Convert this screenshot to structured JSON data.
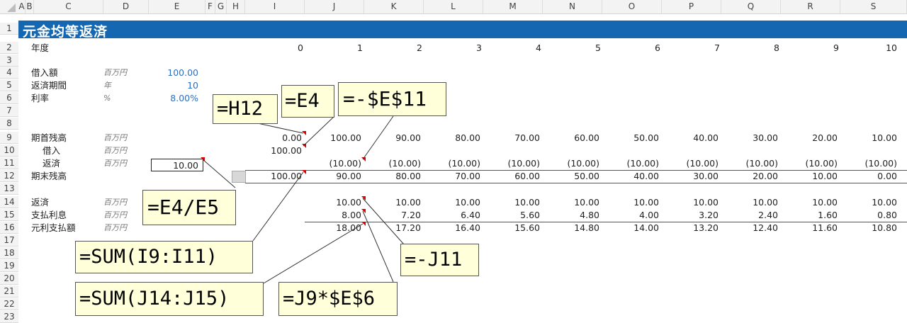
{
  "columns": [
    "A",
    "B",
    "C",
    "D",
    "E",
    "F",
    "G",
    "H",
    "I",
    "J",
    "K",
    "L",
    "M",
    "N",
    "O",
    "P",
    "Q",
    "R",
    "S"
  ],
  "rows": [
    "1",
    "2",
    "3",
    "4",
    "5",
    "6",
    "7",
    "8",
    "9",
    "10",
    "11",
    "12",
    "13",
    "14",
    "15",
    "16",
    "17",
    "18",
    "19",
    "20",
    "21",
    "22",
    "23"
  ],
  "title": "元金均等返済",
  "year_label": "年度",
  "years": [
    "0",
    "1",
    "2",
    "3",
    "4",
    "5",
    "6",
    "7",
    "8",
    "9",
    "10"
  ],
  "inputs": [
    {
      "label": "借入額",
      "unit": "百万円",
      "value": "100.00"
    },
    {
      "label": "返済期間",
      "unit": "年",
      "value": "10"
    },
    {
      "label": "利率",
      "unit": "%",
      "value": "8.00%"
    }
  ],
  "balance": [
    {
      "label": "期首残高",
      "unit": "百万円",
      "values": [
        "0.00",
        "100.00",
        "90.00",
        "80.00",
        "70.00",
        "60.00",
        "50.00",
        "40.00",
        "30.00",
        "20.00",
        "10.00"
      ]
    },
    {
      "label": "借入",
      "unit": "百万円",
      "values": [
        "100.00",
        "",
        "",
        "",
        "",
        "",
        "",
        "",
        "",
        "",
        ""
      ]
    },
    {
      "label": "返済",
      "unit": "百万円",
      "values": [
        "",
        "(10.00)",
        "(10.00)",
        "(10.00)",
        "(10.00)",
        "(10.00)",
        "(10.00)",
        "(10.00)",
        "(10.00)",
        "(10.00)",
        "(10.00)"
      ]
    },
    {
      "label": "期末残高",
      "unit": "",
      "values": [
        "100.00",
        "90.00",
        "80.00",
        "70.00",
        "60.00",
        "50.00",
        "40.00",
        "30.00",
        "20.00",
        "10.00",
        "0.00"
      ]
    }
  ],
  "repay_input": "10.00",
  "payments": [
    {
      "label": "返済",
      "unit": "百万円",
      "values": [
        "",
        "10.00",
        "10.00",
        "10.00",
        "10.00",
        "10.00",
        "10.00",
        "10.00",
        "10.00",
        "10.00",
        "10.00"
      ]
    },
    {
      "label": "支払利息",
      "unit": "百万円",
      "values": [
        "",
        "8.00",
        "7.20",
        "6.40",
        "5.60",
        "4.80",
        "4.00",
        "3.20",
        "2.40",
        "1.60",
        "0.80"
      ]
    },
    {
      "label": "元利支払額",
      "unit": "百万円",
      "values": [
        "",
        "18.00",
        "17.20",
        "16.40",
        "15.60",
        "14.80",
        "14.00",
        "13.20",
        "12.40",
        "11.60",
        "10.80"
      ]
    }
  ],
  "callouts": {
    "h12": "=H12",
    "e4": "=E4",
    "e11": "=-$E$11",
    "e4e5": "=E4/E5",
    "sum_i": "=SUM(I9:I11)",
    "neg_j11": "=-J11",
    "sum_j": "=SUM(J14:J15)",
    "j9": "=J9*$E$6"
  }
}
